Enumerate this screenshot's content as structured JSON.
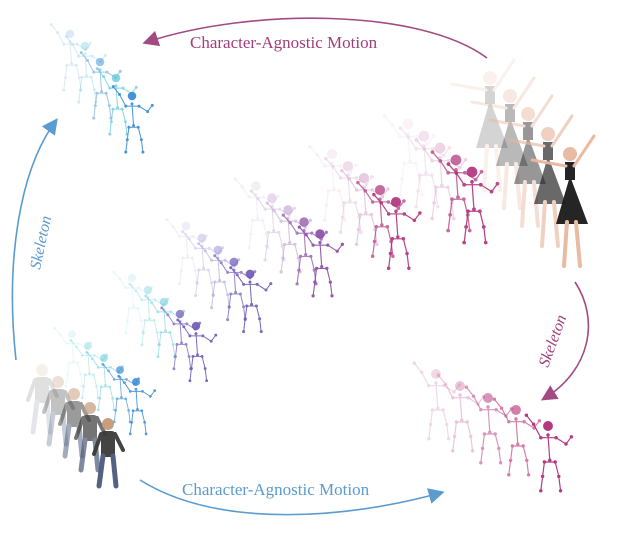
{
  "labels": {
    "top_arrow": "Character-Agnostic Motion",
    "bottom_arrow": "Character-Agnostic Motion",
    "left_arrow": "Skeleton",
    "right_arrow": "Skeleton"
  },
  "colors": {
    "purple_arrow": "#a24b82",
    "blue_arrow": "#5a9bd0",
    "magenta_joint": "#b0307a",
    "violet_joint": "#6f58b8",
    "blue_joint": "#3f8fd6",
    "cyan_joint": "#5cc8d8",
    "dancer_dress": "#1a1a1a",
    "dancer_skin": "#e8b8a0"
  },
  "icons": {
    "figures": "skeleton-figure-icon",
    "dancer": "ballet-dancer-icon",
    "walker": "walking-man-icon"
  }
}
